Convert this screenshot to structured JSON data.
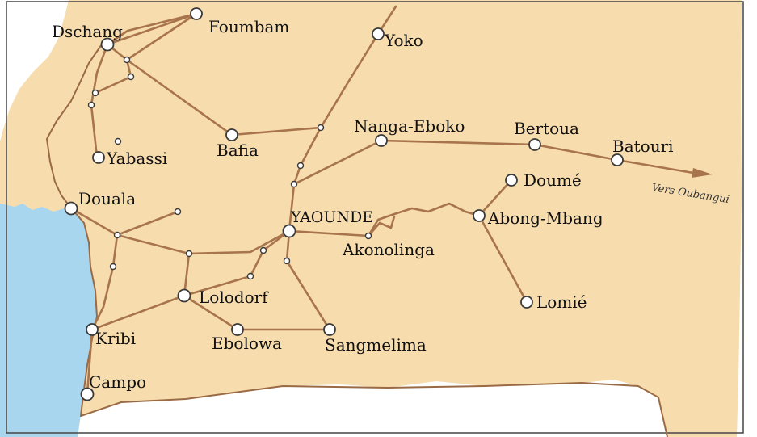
{
  "colors": {
    "land": "#f7dcae",
    "sea": "#a8d6ee",
    "outside": "#ffffff",
    "road": "#a8744c",
    "border": "#9a6a45",
    "frame": "#444444",
    "town_fill": "#ffffff",
    "town_stroke": "#3a3a3a"
  },
  "towns": {
    "dschang": "Dschang",
    "foumbam": "Foumbam",
    "yoko": "Yoko",
    "bafia": "Bafia",
    "yabassi": "Yabassi",
    "nanga_eboko": "Nanga-Eboko",
    "bertoua": "Bertoua",
    "batouri": "Batouri",
    "doume": "Doumé",
    "douala": "Douala",
    "yaounde": "YAOUNDE",
    "abong_mbang": "Abong-Mbang",
    "akonolinga": "Akonolinga",
    "lolodorf": "Lolodorf",
    "lomie": "Lomié",
    "kribi": "Kribi",
    "ebolowa": "Ebolowa",
    "sangmelima": "Sangmelima",
    "campo": "Campo"
  },
  "annotations": {
    "vers_oubangui": "Vers Oubangui"
  },
  "icons": {
    "town": "white-circle-marker",
    "halt": "small-dot-marker",
    "direction": "arrow-head-icon"
  }
}
